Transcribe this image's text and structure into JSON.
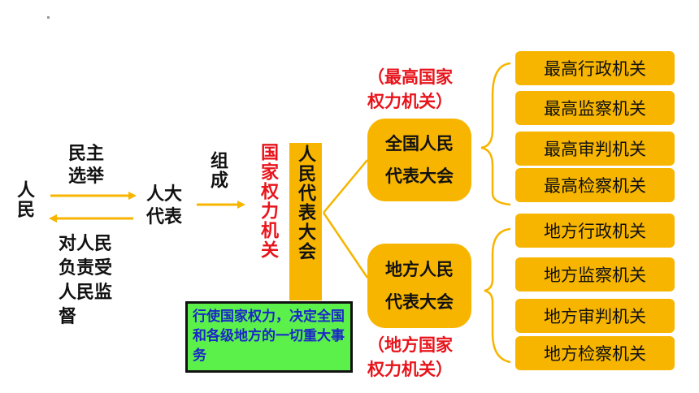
{
  "colors": {
    "accent": "#f7b500",
    "red": "#e8141b",
    "green": "#5cf04a",
    "text": "#111111"
  },
  "people": "人民",
  "election": "民主选举",
  "accountable": "对人民负责受人民监督",
  "deputies": "人大代表",
  "compose": "组成",
  "state_power_label": "国家权力机关",
  "congress": "人民代表大会",
  "note": "行使国家权力，决定全国和各级地方的一切重大事务",
  "npc": {
    "name": "全国人民代表大会",
    "line1": "全国人民",
    "line2": "代表大会",
    "tag_line1": "（最高国家",
    "tag_line2": "权力机关）"
  },
  "local": {
    "name": "地方人民代表大会",
    "line1": "地方人民",
    "line2": "代表大会",
    "tag_line1": "（地方国家",
    "tag_line2": "权力机关）"
  },
  "npc_organs": [
    "最高行政机关",
    "最高监察机关",
    "最高审判机关",
    "最高检察机关"
  ],
  "local_organs": [
    "地方行政机关",
    "地方监察机关",
    "地方审判机关",
    "地方检察机关"
  ]
}
